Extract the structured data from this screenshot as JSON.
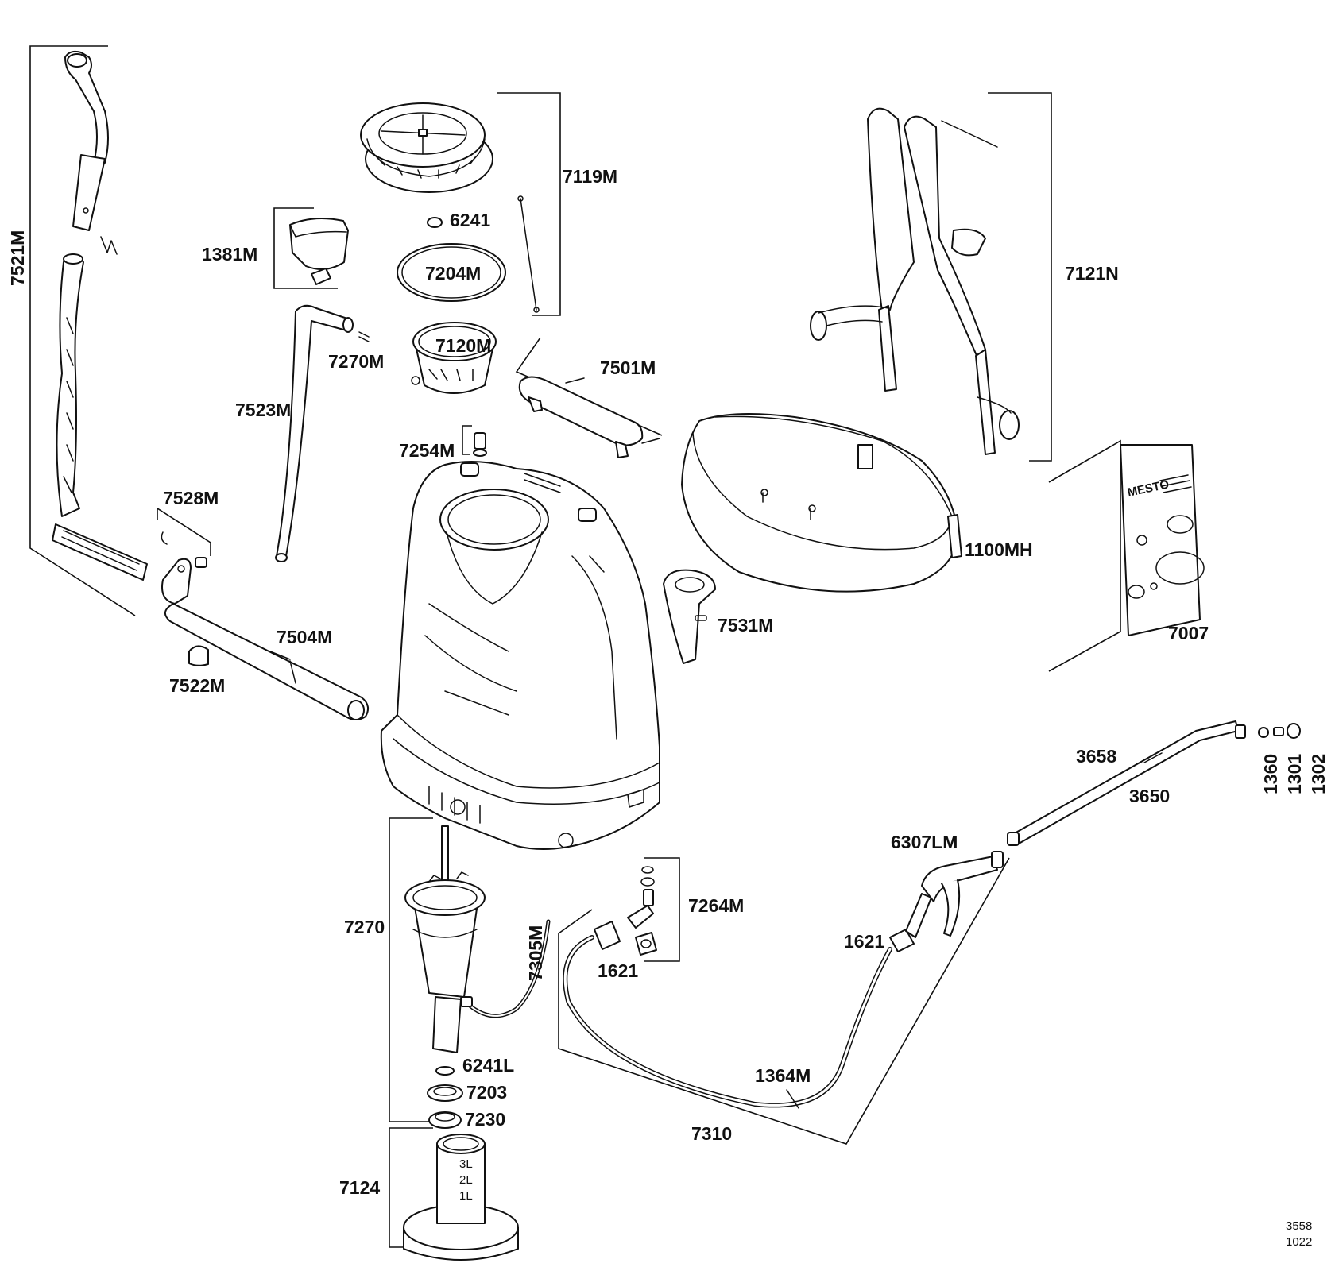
{
  "diagram": {
    "labels": {
      "l7521M": "7521M",
      "l7119M": "7119M",
      "l6241": "6241",
      "l1381M": "1381M",
      "l7204M": "7204M",
      "l7120M": "7120M",
      "l7270M": "7270M",
      "l7523M": "7523M",
      "l7501M": "7501M",
      "l7121N": "7121N",
      "l7254M": "7254M",
      "l7528M": "7528M",
      "l1100MH": "1100MH",
      "l7504M": "7504M",
      "l7522M": "7522M",
      "l7531M": "7531M",
      "l7007": "7007",
      "l3658": "3658",
      "l3650": "3650",
      "l1360": "1360",
      "l1301": "1301",
      "l1302": "1302",
      "l6307LM": "6307LM",
      "l7270": "7270",
      "l7305M": "7305M",
      "l7264M": "7264M",
      "l1621a": "1621",
      "l1621b": "1621",
      "l6241L": "6241L",
      "l7203": "7203",
      "l7230": "7230",
      "l1364M": "1364M",
      "l7310": "7310",
      "l7124": "7124"
    },
    "kit_brand": "MESTO",
    "cup_markings": [
      "3L",
      "2L",
      "1L"
    ],
    "drawing_code": [
      "3558",
      "1022"
    ]
  }
}
